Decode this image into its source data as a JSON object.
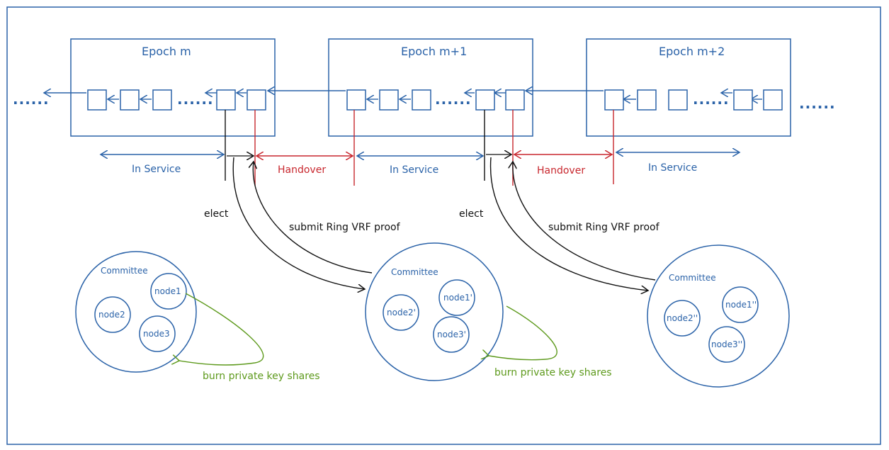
{
  "epochs": [
    {
      "title": "Epoch m"
    },
    {
      "title": "Epoch m+1"
    },
    {
      "title": "Epoch m+2"
    }
  ],
  "ellipsis": "......",
  "phases": {
    "in_service": "In Service",
    "handover": "Handover"
  },
  "actions": {
    "elect": "elect",
    "submit": "submit Ring VRF proof",
    "burn": "burn private key shares"
  },
  "committees": [
    {
      "label": "Committee",
      "nodes": [
        "node1",
        "node2",
        "node3"
      ]
    },
    {
      "label": "Committee",
      "nodes": [
        "node1'",
        "node2'",
        "node3'"
      ]
    },
    {
      "label": "Committee",
      "nodes": [
        "node1''",
        "node2''",
        "node3''"
      ]
    }
  ],
  "colors": {
    "blue": "#2a62a8",
    "red": "#c8272e",
    "black": "#111111",
    "green": "#5e9a1d"
  }
}
